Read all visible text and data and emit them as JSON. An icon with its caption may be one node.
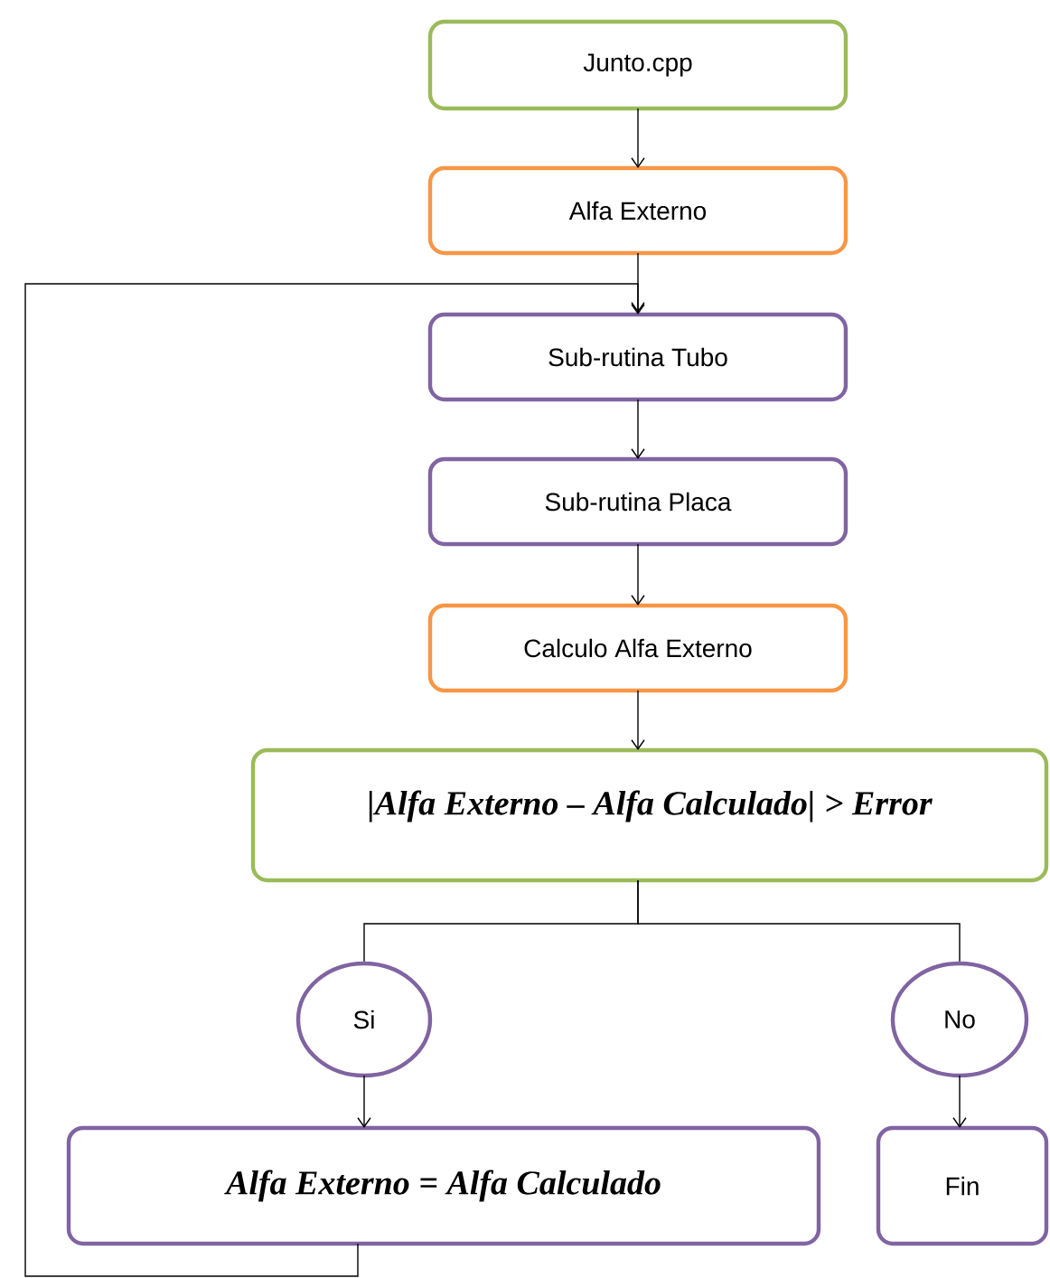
{
  "diagram": {
    "nodes": [
      {
        "text": [
          "Junto.cpp"
        ]
      },
      {
        "text": [
          "Alfa Externo"
        ]
      },
      {
        "text": [
          "Sub-rutina Tubo"
        ]
      },
      {
        "text": [
          "Sub-rutina Placa"
        ]
      },
      {
        "text": [
          "Calculo Alfa Externo"
        ]
      },
      {
        "text": [
          "|Alfa Externo – Alfa Calculado| > Error"
        ]
      },
      {
        "text": [
          "Si"
        ]
      },
      {
        "text": [
          "No"
        ]
      },
      {
        "text": [
          "Alfa Externo = Alfa Calculado"
        ]
      },
      {
        "text": [
          "Fin"
        ]
      }
    ],
    "edges": [
      {
        "from": 0,
        "to": 1,
        "arrow": "to"
      },
      {
        "from": 1,
        "to": 2,
        "arrow": "to"
      },
      {
        "from": 2,
        "to": 3,
        "arrow": "to"
      },
      {
        "from": 3,
        "to": 4,
        "arrow": "to"
      },
      {
        "from": 4,
        "to": 5,
        "arrow": "to"
      },
      {
        "from": 5,
        "to": 6,
        "arrow": "none"
      },
      {
        "from": 5,
        "to": 7,
        "arrow": "none"
      },
      {
        "from": 6,
        "to": 8,
        "arrow": "to"
      },
      {
        "from": 7,
        "to": 9,
        "arrow": "to"
      },
      {
        "from": 8,
        "to": 2,
        "arrow": "to"
      }
    ]
  }
}
